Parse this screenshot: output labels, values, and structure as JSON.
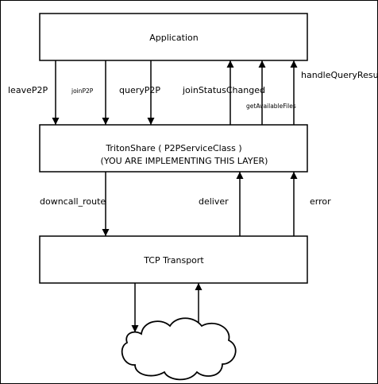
{
  "diagram": {
    "boxes": {
      "application": {
        "title": "Application"
      },
      "tritonshare": {
        "title": "TritonShare ( P2PServiceClass )",
        "subtitle": "(YOU ARE IMPLEMENTING THIS LAYER)"
      },
      "tcp": {
        "title": "TCP Transport"
      }
    },
    "app_interface": {
      "down_calls": [
        "leaveP2P",
        "joinP2P",
        "queryP2P"
      ],
      "up_calls": [
        "joinStatusChanged",
        "getAvailableFiles",
        "handleQueryResult"
      ]
    },
    "transport_interface": {
      "down_calls": [
        "downcall_route"
      ],
      "up_calls": [
        "deliver",
        "error"
      ]
    },
    "network": {
      "shape": "cloud"
    }
  }
}
